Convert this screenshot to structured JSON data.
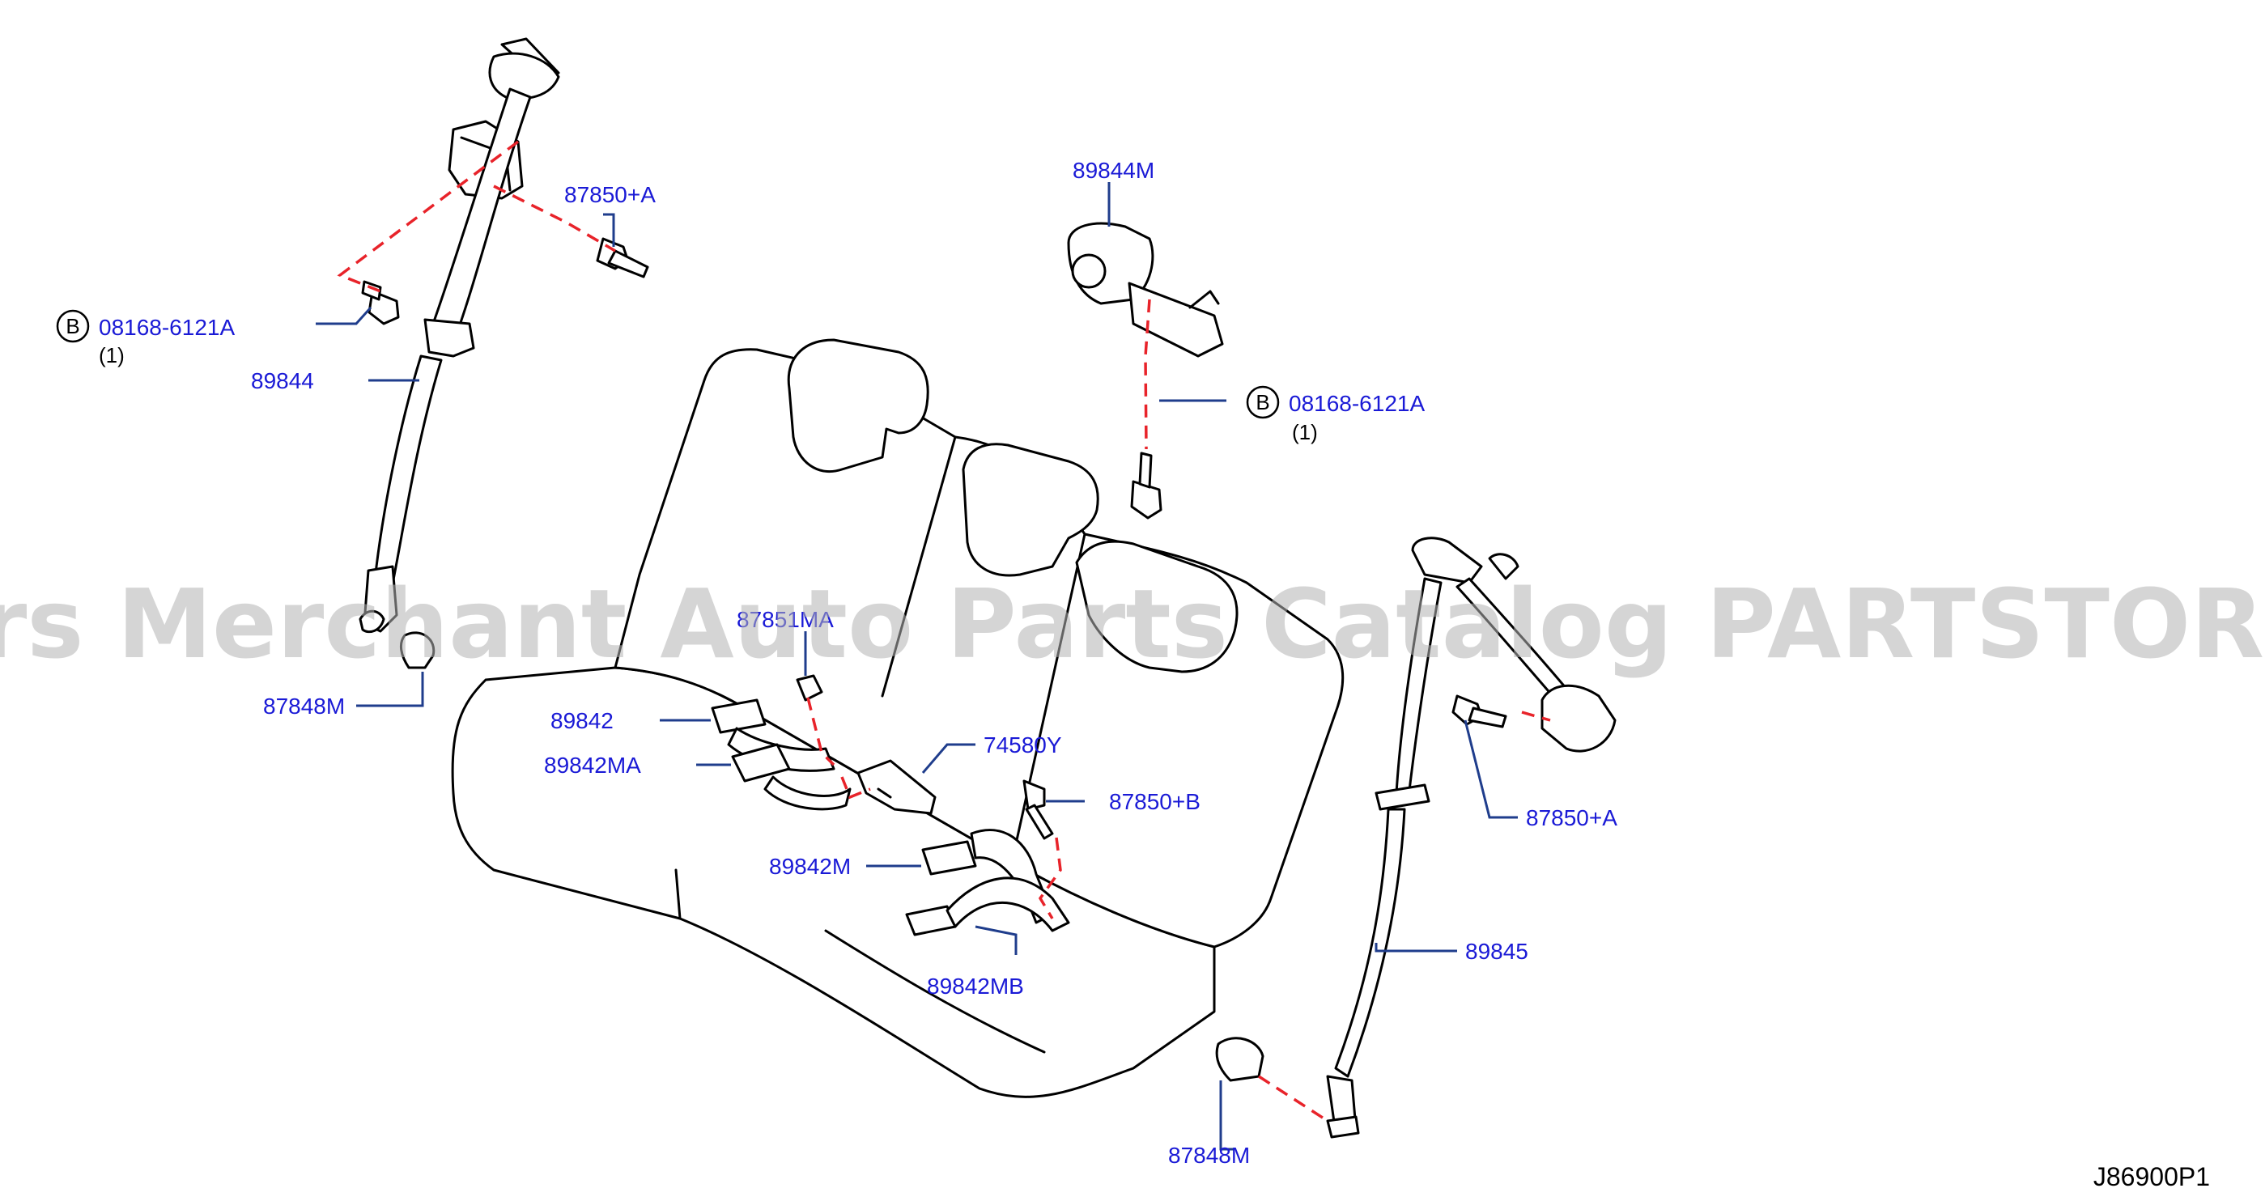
{
  "labels": {
    "p87850a_top": "87850+A",
    "p08168_left": "08168-6121A",
    "p08168_left_qty": "(1)",
    "p89844": "89844",
    "p87848m_left": "87848M",
    "p89844m": "89844M",
    "p08168_right": "08168-6121A",
    "p08168_right_qty": "(1)",
    "p87851ma": "87851MA",
    "p89842": "89842",
    "p89842ma": "89842MA",
    "p74580y": "74580Y",
    "p87850b": "87850+B",
    "p89842m": "89842M",
    "p89842mb": "89842MB",
    "p87850a_right": "87850+A",
    "p89845": "89845",
    "p87848m_right": "87848M",
    "b_marker": "B"
  },
  "watermark": "Offers Merchant Auto Parts Catalog PARTSTORE.SA",
  "figure_code": "J86900P1",
  "colors": {
    "label_text": "#1a1ad6",
    "leader_line": "#1f3d8c",
    "dashed_link": "#e8232a",
    "drawing": "#000000",
    "watermark": "#b4b4b4"
  }
}
